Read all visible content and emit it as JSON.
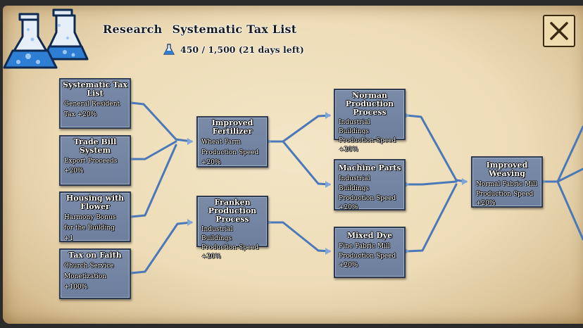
{
  "header": {
    "label": "Research",
    "current_research": "Systematic Tax List",
    "progress_text": "450 / 1,500 (21 days left)",
    "progress_fraction": 0.3
  },
  "close_button": {
    "icon": "close-icon"
  },
  "colors": {
    "node_fill": "#7284a2",
    "link": "#4a78b8",
    "parchment": "#eddcb7"
  },
  "nodes": [
    {
      "id": "systematic-tax-list",
      "title": "Systematic Tax List",
      "desc": "General Resident Tax",
      "value": "+20%"
    },
    {
      "id": "trade-bill-system",
      "title": "Trade Bill System",
      "desc": "Export Proceeds",
      "value": "+20%"
    },
    {
      "id": "housing-with-flower",
      "title": "Housing with Flower",
      "desc": "Harmony Bonus for the Building",
      "value": "+1"
    },
    {
      "id": "tax-on-faith",
      "title": "Tax on Faith",
      "desc": "Church Service Monetization",
      "value": "+100%"
    },
    {
      "id": "improved-fertilizer",
      "title": "Improved Fertilizer",
      "desc": "Wheat Farm Production Speed",
      "value": "+20%"
    },
    {
      "id": "franken-production-process",
      "title": "Franken Production Process",
      "desc": "Industrial Buildings Production Speed",
      "value": "+20%"
    },
    {
      "id": "norman-production-process",
      "title": "Norman Production Process",
      "desc": "Industrial Buildings Production Speed",
      "value": "+20%"
    },
    {
      "id": "machine-parts",
      "title": "Machine Parts",
      "desc": "Industrial Buildings Production Speed",
      "value": "+20%"
    },
    {
      "id": "mixed-dye",
      "title": "Mixed Dye",
      "desc": "Fine Fabric Mill Production Speed",
      "value": "+20%"
    },
    {
      "id": "improved-weaving",
      "title": "Improved Weaving",
      "desc": "Normal Fabric Mill Production Speed",
      "value": "+20%"
    }
  ]
}
